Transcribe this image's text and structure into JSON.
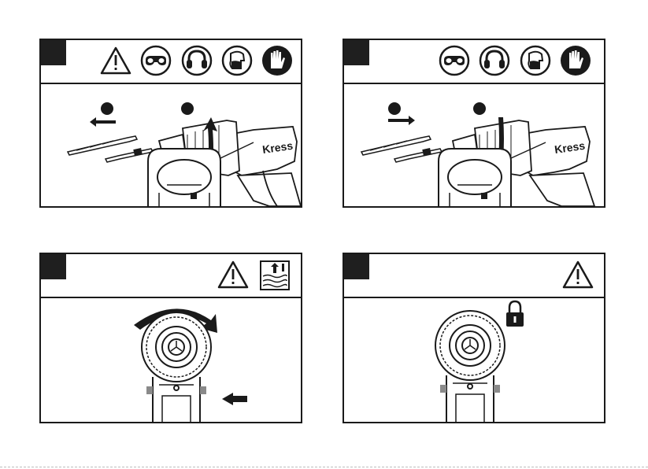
{
  "brand": {
    "logo_text": "Kress"
  },
  "panels": [
    {
      "id": "step-insert-bit",
      "header_icons": [
        "warning-triangle-icon",
        "safety-goggles-icon",
        "ear-protection-icon",
        "dust-mask-icon",
        "gloves-icon"
      ],
      "arrow_direction": "left",
      "chuck_rotation": "counter-clockwise"
    },
    {
      "id": "step-tighten-bit",
      "header_icons": [
        "safety-goggles-icon",
        "ear-protection-icon",
        "dust-mask-icon",
        "gloves-icon"
      ],
      "arrow_direction": "right",
      "chuck_rotation": "clockwise"
    },
    {
      "id": "step-adjust-clutch",
      "header_icons": [
        "warning-triangle-icon",
        "level-indicator-icon"
      ],
      "arrow_direction": "left",
      "ring_rotation": "clockwise"
    },
    {
      "id": "step-locked",
      "header_icons": [
        "warning-triangle-icon"
      ],
      "status_icon": "padlock-icon"
    }
  ],
  "colors": {
    "ink": "#1a1a1a",
    "paper": "#ffffff",
    "shade": "#8a8a8a"
  }
}
